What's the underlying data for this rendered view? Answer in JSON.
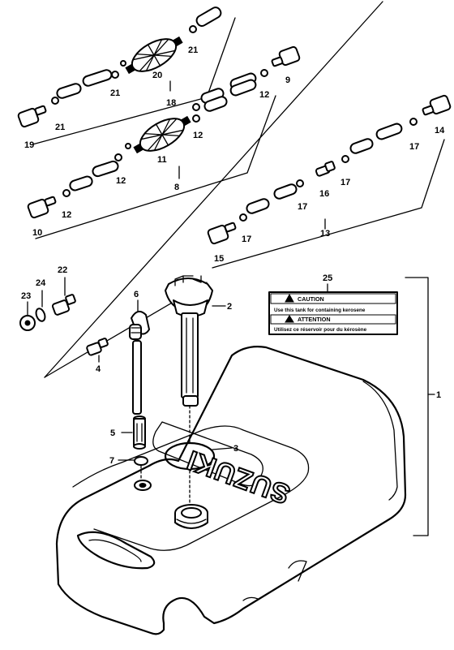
{
  "title": "Fuel Tank",
  "part_numbers": {
    "p1": "1",
    "p2": "2",
    "p3": "3",
    "p4": "4",
    "p5": "5",
    "p6": "6",
    "p7": "7",
    "p8": "8",
    "p9": "9",
    "p10": "10",
    "p11": "11",
    "p12": "12",
    "p13": "13",
    "p14": "14",
    "p15": "15",
    "p16": "16",
    "p17": "17",
    "p18": "18",
    "p19": "19",
    "p20": "20",
    "p21": "21",
    "p22": "22",
    "p23": "23",
    "p24": "24",
    "p25": "25"
  },
  "caution_label": {
    "caution_heading": "CAUTION",
    "caution_text": "Use this tank for containing kerosene",
    "attention_heading": "ATTENTION",
    "attention_text": "Utilisez ce réservoir pour du kérosène"
  },
  "tank_brand": "SUZUKI",
  "colors": {
    "ink": "#000000",
    "paper": "#ffffff"
  }
}
